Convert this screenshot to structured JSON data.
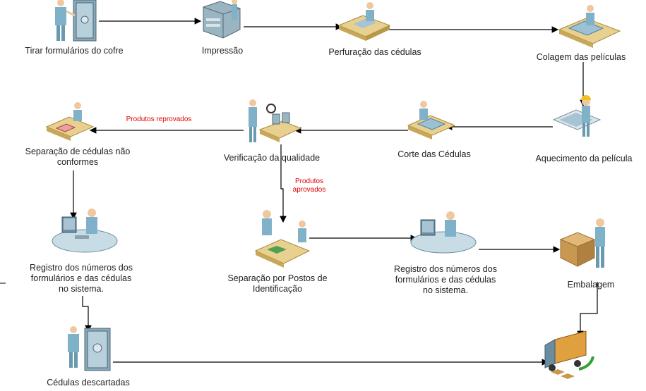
{
  "nodes": {
    "cofre": {
      "label": "Tirar formulários do cofre"
    },
    "impressao": {
      "label": "Impressão"
    },
    "perfuracao": {
      "label": "Perfuração das cédulas"
    },
    "colagem": {
      "label": "Colagem das películas"
    },
    "aquecimento": {
      "label": "Aquecimento da película"
    },
    "corte": {
      "label": "Corte das Cédulas"
    },
    "verificacao": {
      "label": "Verificação da qualidade"
    },
    "separacao_nao": {
      "lines": [
        "Separação de cédulas não",
        "conformes"
      ]
    },
    "registro1": {
      "lines": [
        "Registro dos números dos",
        "formulários e das cédulas",
        "no sistema."
      ]
    },
    "separacao_postos": {
      "lines": [
        "Separação por Postos de",
        "Identificação"
      ]
    },
    "registro2": {
      "lines": [
        "Registro dos números dos",
        "formulários e das cédulas",
        "no sistema."
      ]
    },
    "embalagem": {
      "label": "Embalagem"
    },
    "descartadas": {
      "lines": [
        "Cédulas descartadas"
      ]
    }
  },
  "edges": {
    "reprovados": {
      "label": "Produtos  reprovados"
    },
    "aprovados": {
      "lines": [
        "Produtos",
        "aprovados"
      ]
    }
  },
  "colors": {
    "person_shirt": "#7fb2c8",
    "person_skin": "#f0c8a0",
    "safe": "#8aa8b8",
    "desk_top": "#e8d090",
    "desk_side": "#c8a858",
    "label_red": "#e00000"
  }
}
